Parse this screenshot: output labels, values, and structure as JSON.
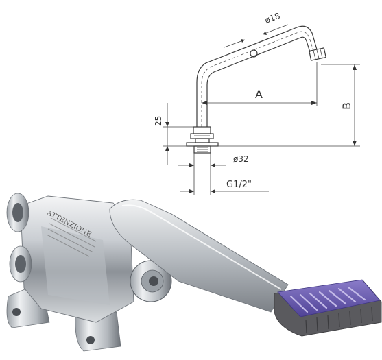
{
  "drawing": {
    "dimensions": {
      "spout_diameter": "ø18",
      "reach": "A",
      "height": "B",
      "base_height": "25",
      "base_diameter": "ø32",
      "thread": "G1/2\""
    },
    "product": {
      "housing_label": "ATTENZIONE"
    },
    "colors": {
      "chrome": "#c9cdd2",
      "chrome_dark": "#6e7379",
      "pedal_pad": "#6f5fb0",
      "pedal_rubber": "#5a5a5e",
      "line": "#3a3a3a"
    }
  }
}
